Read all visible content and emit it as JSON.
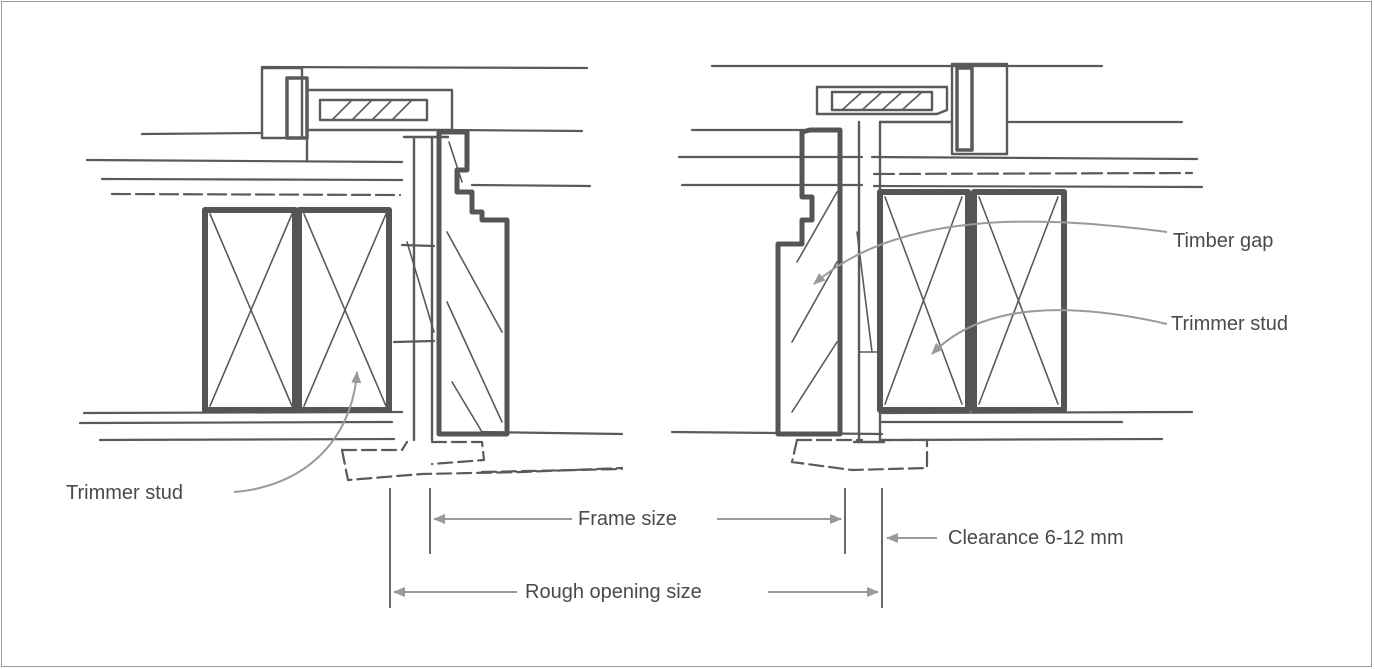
{
  "labels": {
    "timber_gap": "Timber gap",
    "trimmer_stud_right": "Trimmer stud",
    "trimmer_stud_left": "Trimmer stud",
    "frame_size": "Frame size",
    "clearance": "Clearance 6-12 mm",
    "rough_opening": "Rough opening size"
  },
  "colors": {
    "ink": "#5a5a5a",
    "heavy_ink": "#555555",
    "leader": "#9a9a9a",
    "text": "#4a4a4a",
    "border": "#9a9a9a"
  }
}
